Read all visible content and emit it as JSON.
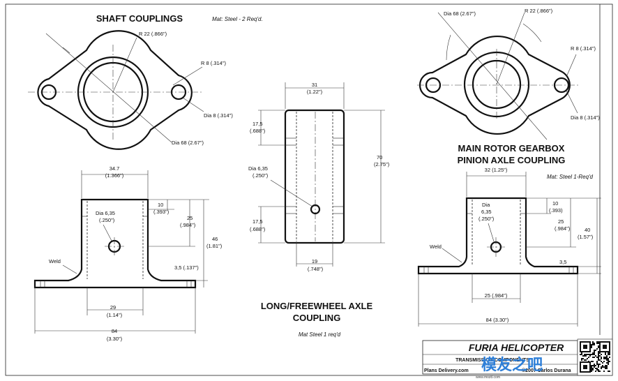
{
  "shaft": {
    "title": "SHAFT COUPLINGS",
    "material": "Mat: Steel - 2 Req'd.",
    "r22": "R 22 (.866\")",
    "r8": "R 8 (.314\")",
    "dia8": "Dia 8 (.314\")",
    "dia68": "Dia 68 (2.67\")",
    "w347": "34.7",
    "w347i": "(1.366\")",
    "h10": "10",
    "h10i": "(.393\")",
    "h25": "25",
    "h25i": "(.984\")",
    "h46": "46",
    "h46i": "(1.81\")",
    "dia635": "Dia 6,35",
    "dia635i": "(.250\")",
    "weld": "Weld",
    "t35": "3,5 (.137\")",
    "w29": "29",
    "w29i": "(1.14\")",
    "w84": "84",
    "w84i": "(3.30\")"
  },
  "freewheel": {
    "title1": "LONG/FREEWHEEL AXLE",
    "title2": "COUPLING",
    "material": "Mat Steel 1 req'd",
    "w31": "31",
    "w31i": "(1.22\")",
    "h175a": "17,5",
    "h175ai": "(.688\")",
    "h70": "70",
    "h70i": "(2.75\")",
    "dia635": "Dia 6,35",
    "dia635i": "(.250\")",
    "h175b": "17,5",
    "h175bi": "(.688\")",
    "w19": "19",
    "w19i": "(.748\")"
  },
  "gearbox": {
    "title1": "MAIN ROTOR GEARBOX",
    "title2": "PINION AXLE COUPLING",
    "material": "Mat: Steel 1-Req'd",
    "dia68": "Dia 68 (2.67\")",
    "r22": "R 22 (.866\")",
    "r8": "R 8 (.314\")",
    "dia8": "Dia 8 (.314\")",
    "w32": "32 (1.25\")",
    "dia": "Dia",
    "dia635": "6,35",
    "dia635i": "(.250\")",
    "h10": "10",
    "h10i": "(.393)",
    "h25": "25",
    "h25i": "(.984\")",
    "h40": "40",
    "h40i": "(1.57\")",
    "weld": "Weld",
    "t35": "3,5",
    "w25": "25 (.984\")",
    "w84": "84 (3.30\")"
  },
  "title_block": {
    "brand": "FURIA HELICOPTER",
    "subtitle": "TRANSMISSION COMPONENTS",
    "plans": "Plans Delivery.com",
    "copyright": "©2007 Carlos Durana"
  },
  "watermark": {
    "text": "模友之吧",
    "url": "www.moz8.com"
  }
}
